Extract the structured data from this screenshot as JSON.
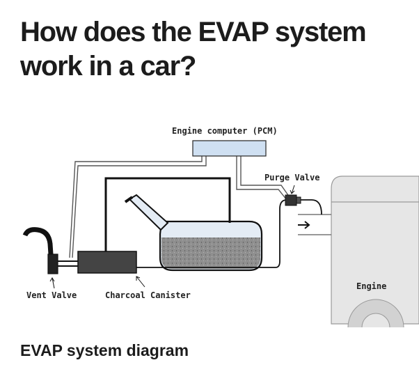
{
  "title": "How does the EVAP system work in a car?",
  "caption": "EVAP system diagram",
  "diagram": {
    "labels": {
      "pcm": "Engine computer (PCM)",
      "purge_valve": "Purge Valve",
      "vent_valve": "Vent Valve",
      "charcoal_canister": "Charcoal Canister",
      "engine": "Engine"
    },
    "colors": {
      "pcm_box": "#cfe0f2",
      "fuel": "#8f8f8f",
      "tank": "#e4ecf5",
      "canister": "#444444",
      "engine": "#e6e6e6",
      "lines": "#111111"
    }
  }
}
